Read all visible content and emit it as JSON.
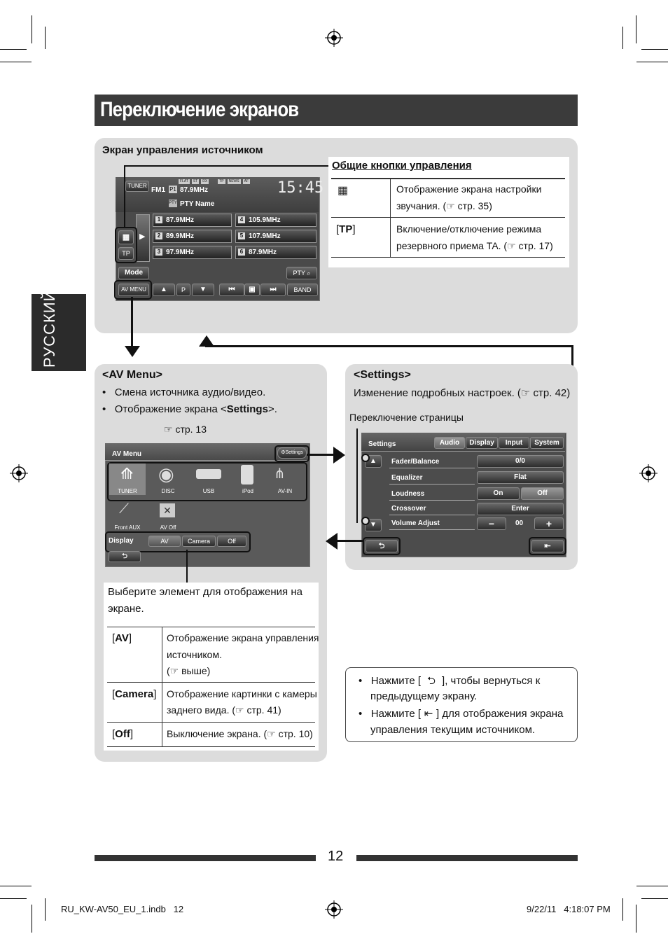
{
  "page_title": "Переключение экранов",
  "language_tab": "РУССКИЙ",
  "source_panel": {
    "heading": "Экран управления источником",
    "screen": {
      "source_btn": "TUNER",
      "band": "FM1",
      "p1_badge": "P1",
      "frequency": "87.9MHz",
      "pty_badge": "PTY",
      "pty_name": "PTY Name",
      "indicators": [
        "FLAT",
        "ST",
        "DX",
        "TP",
        "NEWS",
        "AF"
      ],
      "clock": "15:45",
      "eq_icon": "equalizer-icon",
      "tp_btn": "TP",
      "presets": [
        {
          "n": "1",
          "f": "87.9MHz"
        },
        {
          "n": "4",
          "f": "105.9MHz"
        },
        {
          "n": "2",
          "f": "89.9MHz"
        },
        {
          "n": "5",
          "f": "107.9MHz"
        },
        {
          "n": "3",
          "f": "97.9MHz"
        },
        {
          "n": "6",
          "f": "87.9MHz"
        }
      ],
      "mode_btn": "Mode",
      "pty_btn": "PTY",
      "av_menu_btn": "AV MENU",
      "p_btn": "P",
      "band_btn": "BAND"
    }
  },
  "common_buttons": {
    "heading": "Общие кнопки управления",
    "rows": [
      {
        "icon": "equalizer-icon",
        "desc_1": "Отображение экрана настройки",
        "desc_2": "звучания. (☞ стр. 35)"
      },
      {
        "label_pre": "[",
        "label": "TP",
        "label_post": "]",
        "desc_1": "Включение/отключение режима",
        "desc_2": "резервного приема TA. (☞ стр. 17)"
      }
    ]
  },
  "av_menu": {
    "heading": "<AV Menu>",
    "bullets": [
      "Смена источника аудио/видео.",
      "Отображение экрана <Settings>."
    ],
    "bullet_2_pre": "Отображение экрана <",
    "bullet_2_bold": "Settings",
    "bullet_2_post": ">.",
    "ref": "☞ стр. 13",
    "screen": {
      "title": "AV Menu",
      "settings_btn": "Settings",
      "sources": [
        "TUNER",
        "DISC",
        "USB",
        "iPod",
        "AV-IN"
      ],
      "sources_row2": [
        "Front AUX",
        "AV Off"
      ],
      "display_label": "Display",
      "display_opts": [
        "AV",
        "Camera",
        "Off"
      ]
    },
    "select_text_1": "Выберите элемент для отображения на",
    "select_text_2": "экране.",
    "table": [
      {
        "key": "AV",
        "desc": [
          "Отображение экрана управления",
          "источником.",
          "(☞ выше)"
        ]
      },
      {
        "key": "Camera",
        "desc": [
          "Отображение картинки с камеры",
          "заднего вида. (☞ стр. 41)"
        ]
      },
      {
        "key": "Off",
        "desc": [
          "Выключение экрана. (☞ стр. 10)"
        ]
      }
    ]
  },
  "settings": {
    "heading": "<Settings>",
    "desc": "Изменение подробных настроек. (☞ стр. 42)",
    "page_switch": "Переключение страницы",
    "screen": {
      "title": "Settings",
      "tabs": [
        "Audio",
        "Display",
        "Input",
        "System"
      ],
      "rows": [
        {
          "label": "Fader/Balance",
          "value": "0/0"
        },
        {
          "label": "Equalizer",
          "value": "Flat"
        },
        {
          "label": "Loudness",
          "value_on": "On",
          "value_off": "Off"
        },
        {
          "label": "Crossover",
          "value": "Enter"
        },
        {
          "label": "Volume Adjust",
          "minus": "−",
          "value": "00",
          "plus": "+"
        }
      ]
    }
  },
  "notes": {
    "line1_pre": "Нажмите [",
    "line1_post": "], чтобы вернуться к",
    "line2": "предыдущему экрану.",
    "line3_pre": "Нажмите [",
    "line3_post": "] для отображения экрана",
    "line4": "управления текущим источником."
  },
  "page_number": "12",
  "footer": {
    "file": "RU_KW-AV50_EU_1.indb   12",
    "date": "9/22/11   4:18:07 PM"
  },
  "colors": {
    "title_bg": "#3b3b3b",
    "panel_bg": "#dcdcdc",
    "screen_bg": "#4a4a4a"
  }
}
